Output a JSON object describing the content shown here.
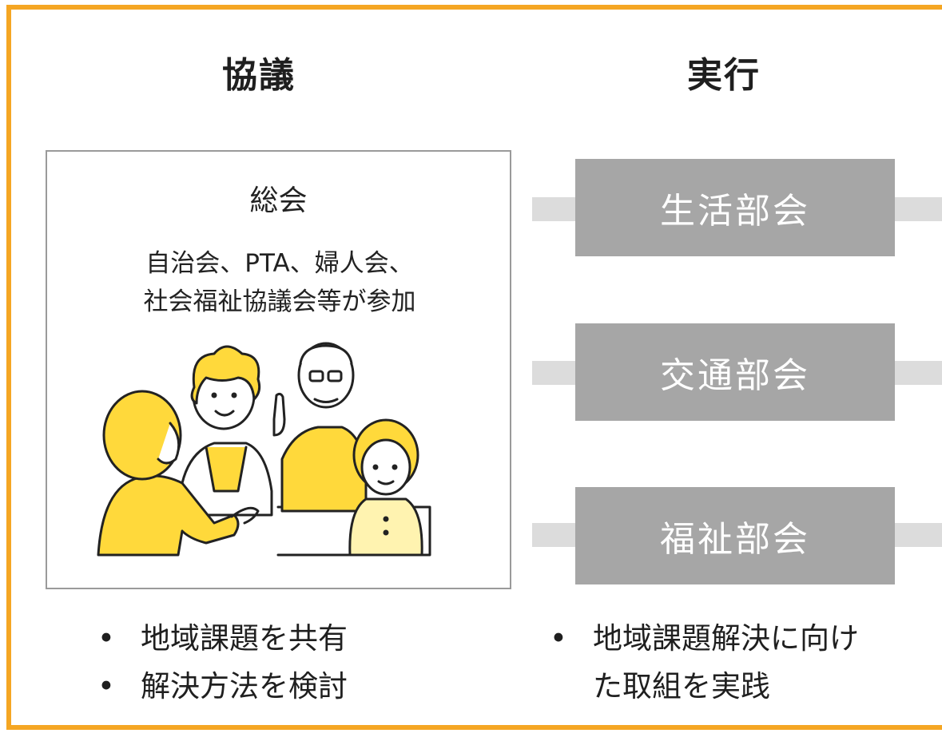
{
  "headings": {
    "left": "協議",
    "right": "実行"
  },
  "general_assembly": {
    "title": "総会",
    "participants_line1": "自治会、PTA、婦人会、",
    "participants_line2": "社会福祉協議会等が参加"
  },
  "subcommittees": [
    {
      "label": "生活部会"
    },
    {
      "label": "交通部会"
    },
    {
      "label": "福祉部会"
    }
  ],
  "left_bullets": [
    "地域課題を共有",
    "解決方法を検討"
  ],
  "right_bullet": {
    "line1": "地域課題解決に向け",
    "line2": "た取組を実践"
  },
  "bullet_symbol": "•",
  "colors": {
    "frame": "#F5A623",
    "accent_yellow": "#FFD93B",
    "box_gray": "#A6A6A6",
    "connector_gray": "#DCDCDC"
  }
}
